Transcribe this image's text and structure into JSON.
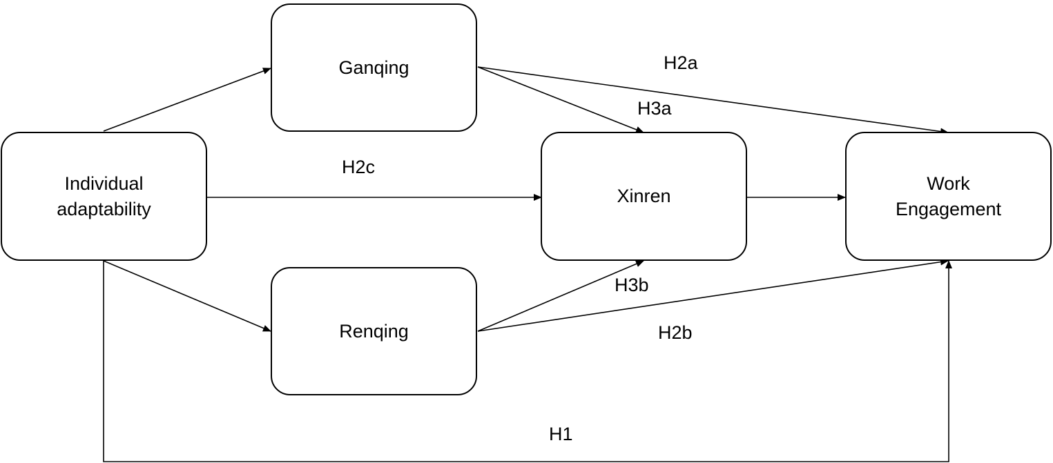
{
  "nodes": {
    "ganqing": "Ganqing",
    "individual_line1": "Individual",
    "individual_line2": "adaptability",
    "xinren": "Xinren",
    "work_line1": "Work",
    "work_line2": "Engagement",
    "renqing": "Renqing"
  },
  "hypotheses": {
    "h1": "H1",
    "h2a": "H2a",
    "h2b": "H2b",
    "h2c": "H2c",
    "h3a": "H3a",
    "h3b": "H3b"
  }
}
